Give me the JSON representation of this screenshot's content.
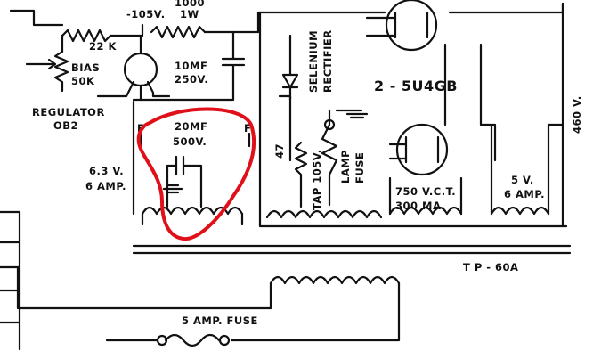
{
  "labels": {
    "r1000": "1000",
    "v105": "-105V.",
    "w1": "1W",
    "r22k": "22 K",
    "bias": "BIAS",
    "bias_val": "50K",
    "regulator": "REGULATOR",
    "ob2": "OB2",
    "c10": "10MF",
    "c10v": "250V.",
    "f1": "F",
    "c20": "20MF",
    "c20v": "500V.",
    "f2": "F",
    "v63": "6.3 V.",
    "amp6": "6 AMP.",
    "r47": "47",
    "tap": "TAP 105V.",
    "lamp": "LAMP",
    "fuse": "FUSE",
    "selenium": "SELENIUM",
    "rectifier": "RECTIFIER",
    "tube": "2 - 5U4GB",
    "v460": "460 V.",
    "v5": "5 V.",
    "amp6b": "6 AMP.",
    "vct": "750 V.C.T.",
    "ma300": "300 MA.",
    "tp": "T P - 60A",
    "fuse5": "5 AMP. FUSE"
  },
  "annotation": {
    "color": "#e0101a"
  }
}
